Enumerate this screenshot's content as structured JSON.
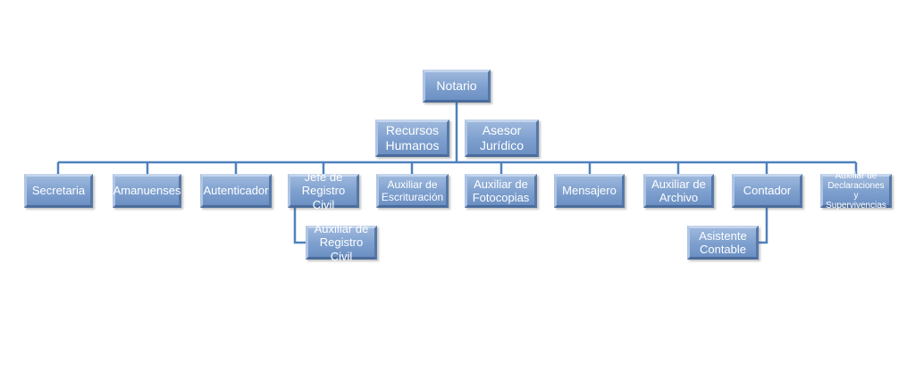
{
  "org_chart": {
    "top": "Notario",
    "staff": [
      "Recursos Humanos",
      "Asesor Jurídico"
    ],
    "departments": [
      "Secretaria",
      "Amanuenses",
      "Autenticador",
      "Jefe de Registro Civil",
      "Auxiliar de Escrituración",
      "Auxiliar de Fotocopias",
      "Mensajero",
      "Auxiliar de Archivo",
      "Contador",
      "Auxiliar de Declaraciones y Supervivencias"
    ],
    "subordinates": {
      "registro_civil": "Auxiliar de Registro Civil",
      "contador": "Asistente Contable"
    }
  }
}
